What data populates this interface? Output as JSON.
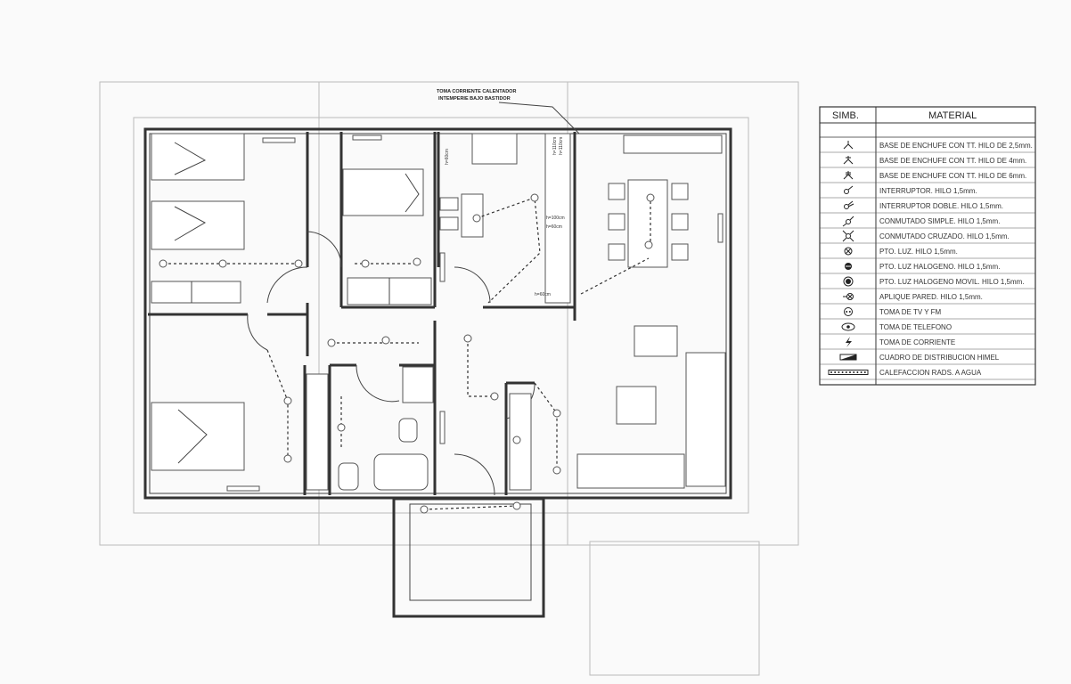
{
  "plan": {
    "callout_line1": "TOMA CORRIENTE CALENTADOR",
    "callout_line2": "INTEMPERIE BAJO BASTIDOR",
    "dim_kitchen_a": "h=60cm",
    "dim_kitchen_b": "h=110cm",
    "dim_kitchen_c": "h=110cm",
    "dim_kitchen_d": "h=100cm",
    "dim_kitchen_e": "h=60cm",
    "dim_kitchen_f": "h=60cm"
  },
  "legend": {
    "header_symbol": "SIMB.",
    "header_material": "MATERIAL",
    "items": [
      {
        "icon": "socket-25-icon",
        "label": "BASE DE ENCHUFE CON TT. HILO DE 2,5mm."
      },
      {
        "icon": "socket-4-icon",
        "label": "BASE DE ENCHUFE CON TT. HILO DE 4mm."
      },
      {
        "icon": "socket-6-icon",
        "label": "BASE DE ENCHUFE CON TT. HILO DE 6mm."
      },
      {
        "icon": "switch-icon",
        "label": "INTERRUPTOR. HILO 1,5mm."
      },
      {
        "icon": "double-switch-icon",
        "label": "INTERRUPTOR DOBLE. HILO 1,5mm."
      },
      {
        "icon": "commuted-switch-icon",
        "label": "CONMUTADO SIMPLE. HILO 1,5mm."
      },
      {
        "icon": "cross-switch-icon",
        "label": "CONMUTADO CRUZADO. HILO 1,5mm."
      },
      {
        "icon": "light-point-icon",
        "label": "PTO. LUZ. HILO 1,5mm."
      },
      {
        "icon": "halogen-light-icon",
        "label": "PTO. LUZ HALOGENO. HILO 1,5mm."
      },
      {
        "icon": "halogen-mobile-icon",
        "label": "PTO. LUZ HALOGENO MOVIL. HILO 1,5mm."
      },
      {
        "icon": "wall-light-icon",
        "label": "APLIQUE PARED. HILO 1,5mm."
      },
      {
        "icon": "tv-socket-icon",
        "label": "TOMA DE TV Y FM"
      },
      {
        "icon": "phone-socket-icon",
        "label": "TOMA DE TELEFONO"
      },
      {
        "icon": "power-socket-icon",
        "label": "TOMA DE CORRIENTE"
      },
      {
        "icon": "distribution-board-icon",
        "label": "CUADRO DE DISTRIBUCION HIMEL"
      },
      {
        "icon": "radiator-icon",
        "label": "CALEFACCION RADS. A AGUA"
      }
    ]
  }
}
